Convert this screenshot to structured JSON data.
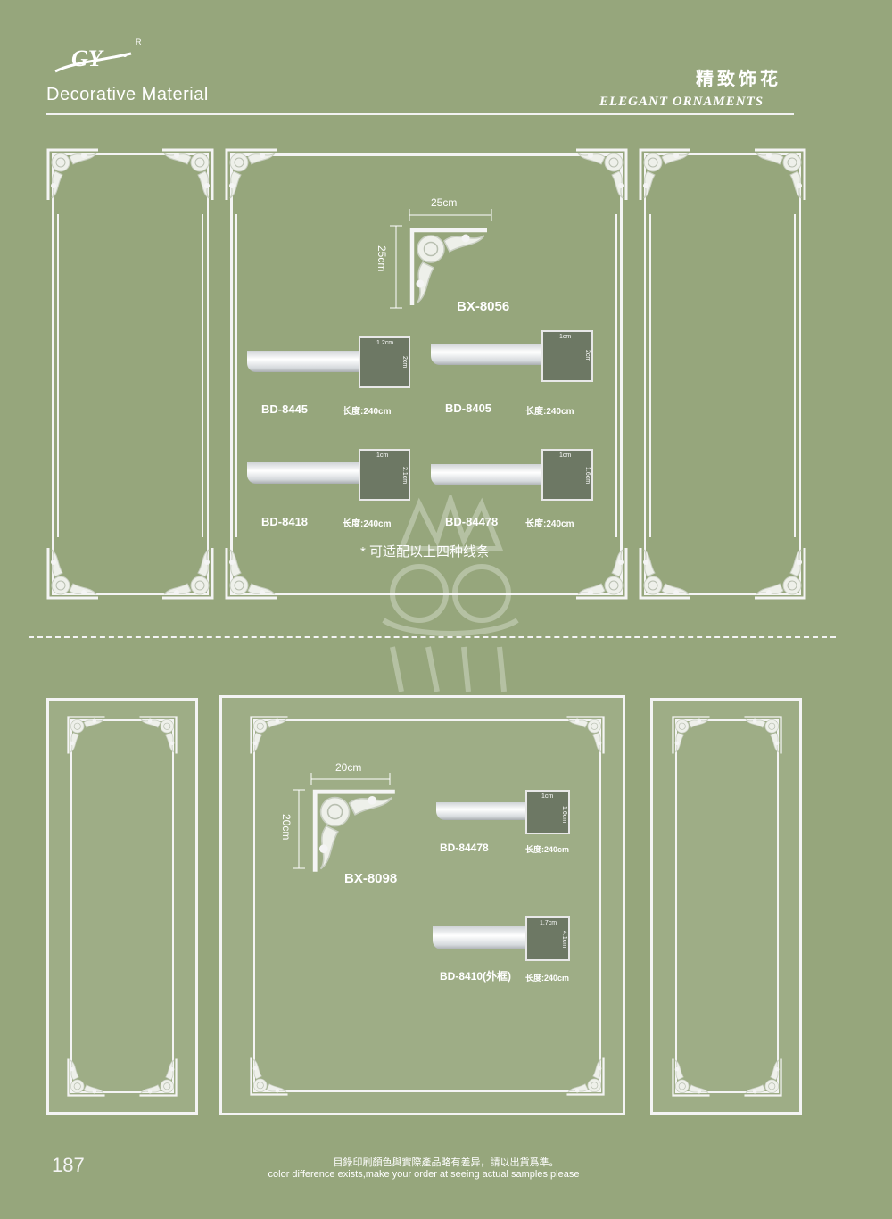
{
  "header": {
    "logo_text": "GY",
    "logo_mark": "R",
    "brand": "Decorative Material",
    "cn_title": "精致饰花",
    "en_title": "ELEGANT ORNAMENTS"
  },
  "top": {
    "corner_code": "BX-8056",
    "corner_w": "25cm",
    "corner_h": "25cm",
    "mouldings": [
      {
        "code": "BD-8445",
        "length": "长度:240cm",
        "w": "1.2cm",
        "h": "2cm"
      },
      {
        "code": "BD-8405",
        "length": "长度:240cm",
        "w": "1cm",
        "h": "2cm"
      },
      {
        "code": "BD-8418",
        "length": "长度:240cm",
        "w": "1cm",
        "h": "2.1cm"
      },
      {
        "code": "BD-84478",
        "length": "长度:240cm",
        "w": "1cm",
        "h": "1.6cm"
      }
    ],
    "note": "* 可适配以上四种线条"
  },
  "bottom": {
    "corner_code": "BX-8098",
    "corner_w": "20cm",
    "corner_h": "20cm",
    "mouldings": [
      {
        "code": "BD-84478",
        "length": "长度:240cm",
        "w": "1cm",
        "h": "1.6cm"
      },
      {
        "code": "BD-8410(外框)",
        "length": "长度:240cm",
        "w": "1.7cm",
        "h": "4.1cm"
      }
    ]
  },
  "footer": {
    "page_number": "187",
    "line1": "目錄印刷顏色與實際產品略有差异，請以出貨爲準。",
    "line2": "color difference exists,make your order at seeing actual samples,please"
  },
  "colors": {
    "background": "#96a67c",
    "ornament": "#f4f4f4"
  }
}
